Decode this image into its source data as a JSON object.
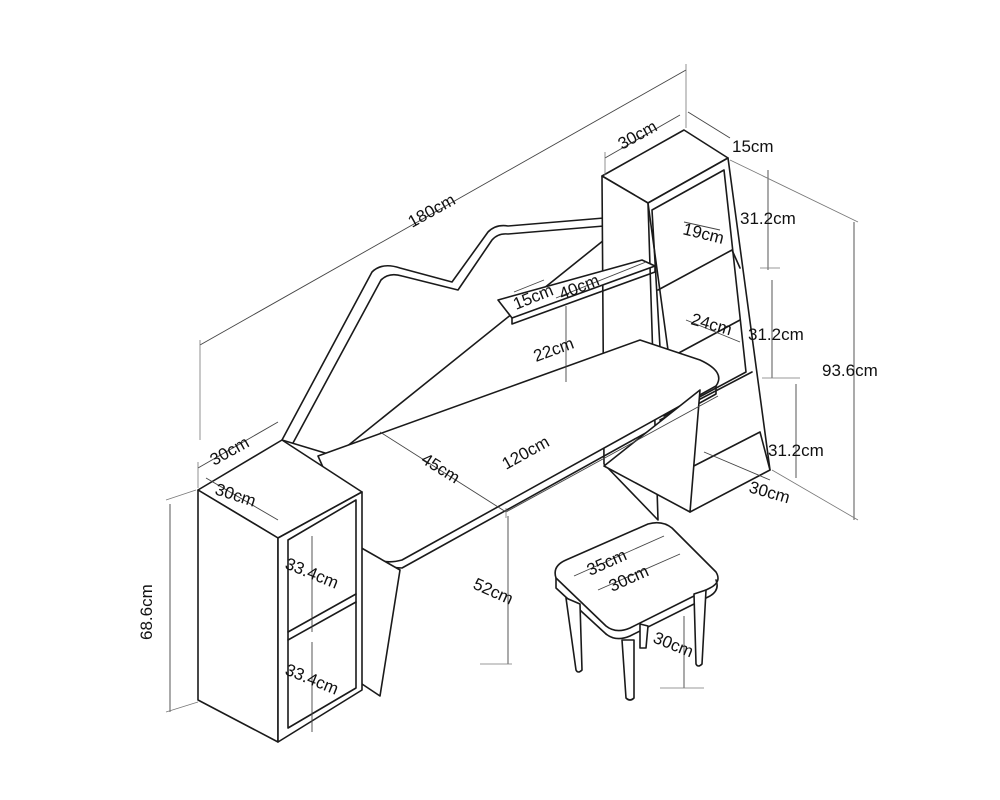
{
  "diagram": {
    "dimensions": {
      "total_width": "180cm",
      "right_tower_width": "30cm",
      "right_tower_depth": "15cm",
      "right_shelf_top": "31.2cm",
      "right_shelf_mid": "31.2cm",
      "right_shelf_bottom": "31.2cm",
      "right_total_height": "93.6cm",
      "inner_shelf_depth_top": "19cm",
      "inner_shelf_depth_mid": "24cm",
      "right_base_depth": "30cm",
      "small_shelf_depth": "15cm",
      "small_shelf_width": "40cm",
      "small_shelf_height": "22cm",
      "desk_depth": "45cm",
      "desk_width": "120cm",
      "desk_height": "52cm",
      "left_cabinet_width": "30cm",
      "left_cabinet_depth": "30cm",
      "left_cabinet_height": "68.6cm",
      "left_shelf_upper": "33.4cm",
      "left_shelf_lower": "33.4cm",
      "stool_width": "35cm",
      "stool_depth": "30cm",
      "stool_height": "30cm"
    }
  }
}
